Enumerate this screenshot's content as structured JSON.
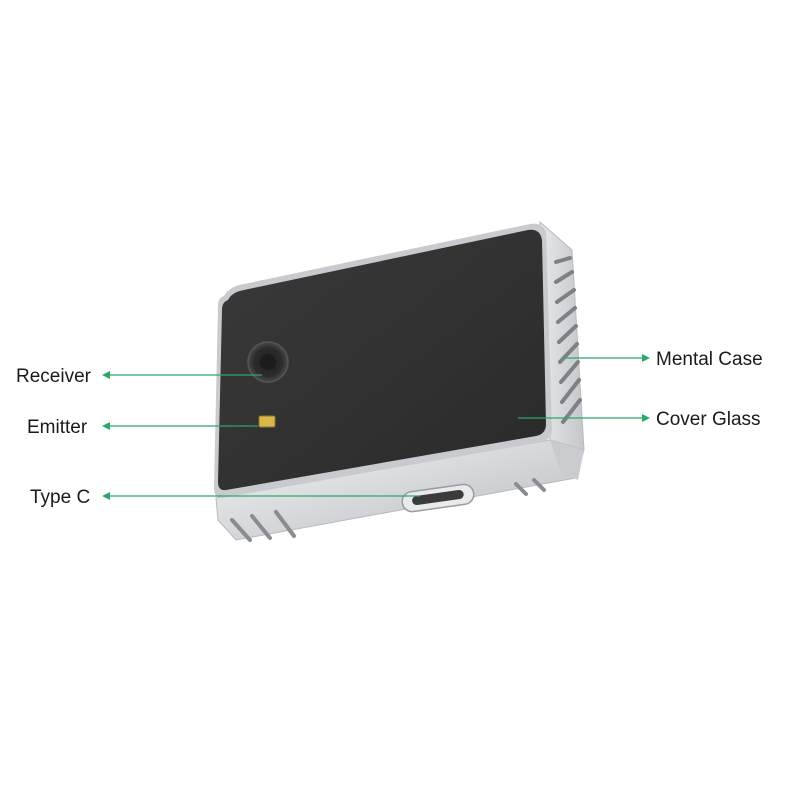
{
  "device": {
    "name_icon": "sensor-module-illustration"
  },
  "callouts": {
    "receiver": "Receiver",
    "emitter": "Emitter",
    "type_c": "Type C",
    "mental_case": "Mental Case",
    "cover_glass": "Cover Glass"
  },
  "colors": {
    "leader_line": "#2aa86a",
    "cover_glass": "#333333",
    "metal_case": "#d9dadc",
    "emitter_chip": "#d9b84a"
  }
}
